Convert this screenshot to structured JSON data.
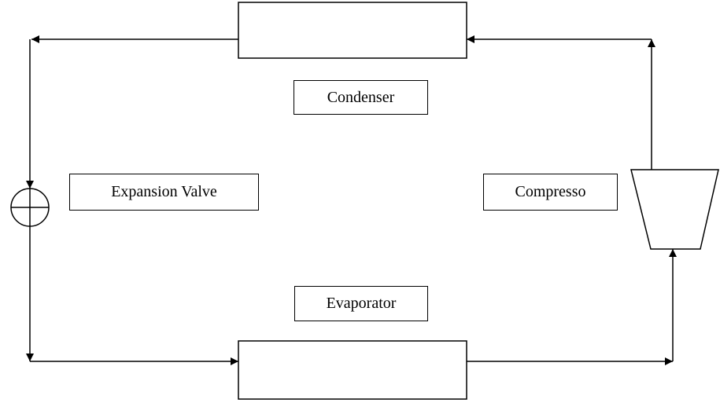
{
  "labels": {
    "condenser": "Condenser",
    "expansion_valve": "Expansion Valve",
    "compressor": "Compresso",
    "evaporator": "Evaporator"
  },
  "colors": {
    "stroke": "#000000",
    "background": "#ffffff"
  }
}
